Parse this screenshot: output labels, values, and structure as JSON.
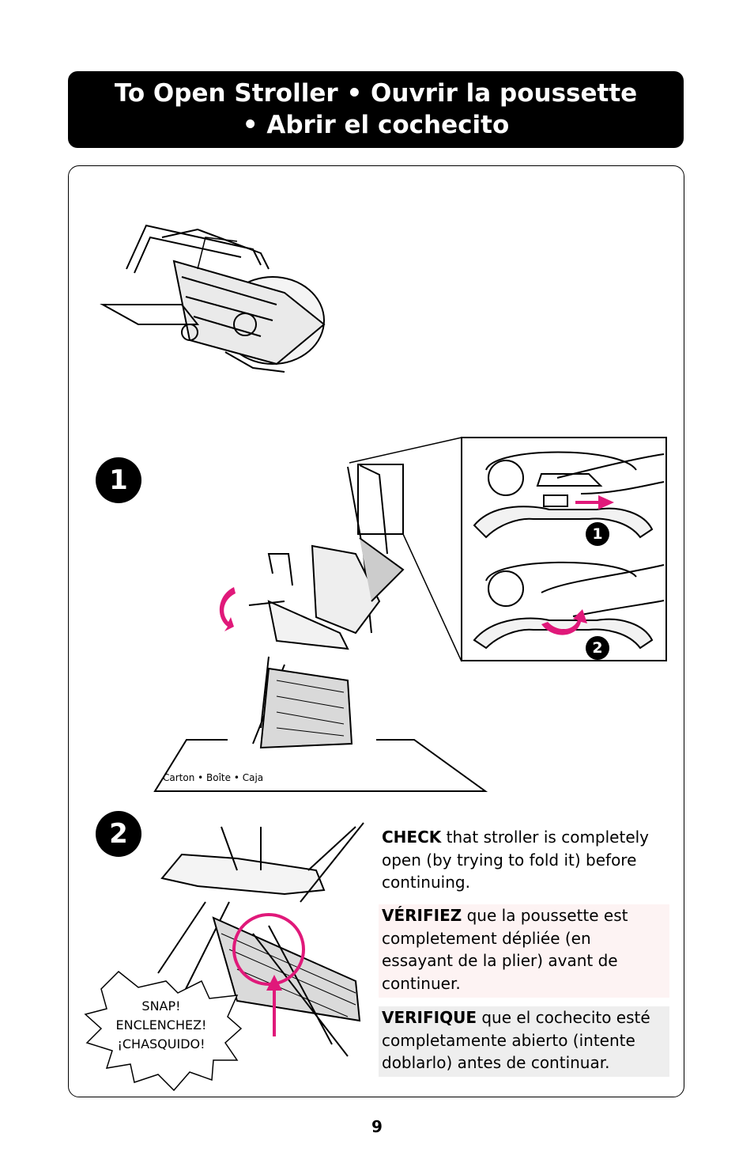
{
  "header": {
    "title_line1": "To Open Stroller • Ouvrir la poussette",
    "title_line2": "• Abrir el cochecito"
  },
  "steps": {
    "step1_number": "1",
    "step2_number": "2",
    "inset_sub1": "1",
    "inset_sub2": "2"
  },
  "carton_label": "Carton • Boîte • Caja",
  "snap": {
    "line1": "SNAP!",
    "line2": "ENCLENCHEZ!",
    "line3": "¡CHASQUIDO!"
  },
  "instructions": {
    "en_bold": "CHECK",
    "en_text": " that stroller is completely open (by trying to fold it) before continuing.",
    "fr_bold": "VÉRIFIEZ",
    "fr_text": " que la poussette est completement dépliée (en essayant de la plier) avant de continuer.",
    "es_bold": "VERIFIQUE",
    "es_text": " que el cochecito esté completamente abierto (intente doblarlo) antes de continuar."
  },
  "page_number": "9",
  "colors": {
    "accent": "#e0197a",
    "ink": "#000000"
  },
  "icons": [
    "rotate-arrow-icon",
    "push-arrow-icon",
    "pull-arrow-icon",
    "twist-arrow-icon"
  ]
}
